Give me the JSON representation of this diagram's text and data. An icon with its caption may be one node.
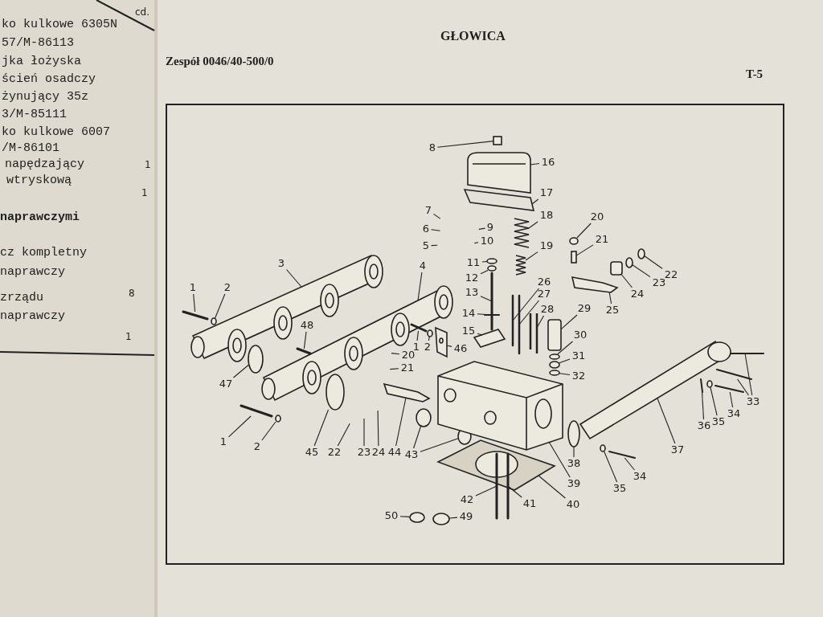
{
  "diagram": {
    "title": "GŁOWICA",
    "nodes": [
      {
        "text": [
          "8"
        ]
      },
      {
        "text": [
          "16"
        ]
      },
      {
        "text": [
          "17"
        ]
      },
      {
        "text": [
          "7"
        ]
      },
      {
        "text": [
          "20"
        ]
      },
      {
        "text": [
          "18"
        ]
      },
      {
        "text": [
          "9"
        ]
      },
      {
        "text": [
          "6"
        ]
      },
      {
        "text": [
          "21"
        ]
      },
      {
        "text": [
          "10"
        ]
      },
      {
        "text": [
          "5"
        ]
      },
      {
        "text": [
          "19"
        ]
      },
      {
        "text": [
          "11"
        ]
      },
      {
        "text": [
          "3"
        ]
      },
      {
        "text": [
          "4"
        ]
      },
      {
        "text": [
          "22"
        ]
      },
      {
        "text": [
          "12"
        ]
      },
      {
        "text": [
          "26"
        ]
      },
      {
        "text": [
          "23"
        ]
      },
      {
        "text": [
          "1"
        ]
      },
      {
        "text": [
          "2"
        ]
      },
      {
        "text": [
          "13"
        ]
      },
      {
        "text": [
          "27"
        ]
      },
      {
        "text": [
          "24"
        ]
      },
      {
        "text": [
          "28"
        ]
      },
      {
        "text": [
          "29"
        ]
      },
      {
        "text": [
          "25"
        ]
      },
      {
        "text": [
          "14"
        ]
      },
      {
        "text": [
          "48"
        ]
      },
      {
        "text": [
          "15"
        ]
      },
      {
        "text": [
          "30"
        ]
      },
      {
        "text": [
          "1"
        ]
      },
      {
        "text": [
          "2"
        ]
      },
      {
        "text": [
          "46"
        ]
      },
      {
        "text": [
          "20"
        ]
      },
      {
        "text": [
          "31"
        ]
      },
      {
        "text": [
          "21"
        ]
      },
      {
        "text": [
          "32"
        ]
      },
      {
        "text": [
          "47"
        ]
      },
      {
        "text": [
          "33"
        ]
      },
      {
        "text": [
          "34"
        ]
      },
      {
        "text": [
          "35"
        ]
      },
      {
        "text": [
          "36"
        ]
      },
      {
        "text": [
          "1"
        ]
      },
      {
        "text": [
          "2"
        ]
      },
      {
        "text": [
          "37"
        ]
      },
      {
        "text": [
          "45"
        ]
      },
      {
        "text": [
          "22"
        ]
      },
      {
        "text": [
          "23"
        ]
      },
      {
        "text": [
          "24"
        ]
      },
      {
        "text": [
          "44"
        ]
      },
      {
        "text": [
          "43"
        ]
      },
      {
        "text": [
          "38"
        ]
      },
      {
        "text": [
          "34"
        ]
      },
      {
        "text": [
          "39"
        ]
      },
      {
        "text": [
          "35"
        ]
      },
      {
        "text": [
          "42"
        ]
      },
      {
        "text": [
          "41"
        ]
      },
      {
        "text": [
          "40"
        ]
      },
      {
        "text": [
          "50"
        ]
      },
      {
        "text": [
          "49"
        ]
      },
      {
        "text": [],
        "shape": "box"
      },
      {
        "text": [],
        "shape": "circle"
      },
      {
        "text": [],
        "shape": "box"
      },
      {
        "text": [],
        "shape": "circle"
      },
      {
        "text": [],
        "shape": "circle"
      },
      {
        "text": [],
        "shape": "cylinder"
      },
      {
        "text": [],
        "shape": "circle"
      },
      {
        "text": [],
        "shape": "circle"
      },
      {
        "text": [],
        "shape": "picture"
      },
      {
        "text": [],
        "shape": "picture"
      },
      {
        "text": [],
        "shape": "picture"
      },
      {
        "text": [],
        "shape": "picture"
      },
      {
        "text": [],
        "shape": "circle"
      },
      {
        "text": [],
        "shape": "picture"
      },
      {
        "text": [],
        "shape": "picture"
      },
      {
        "text": [],
        "shape": "circle"
      },
      {
        "text": [],
        "shape": "bar"
      },
      {
        "text": [],
        "shape": "bar"
      },
      {
        "text": [],
        "shape": "circle"
      },
      {
        "text": [],
        "shape": "bar"
      },
      {
        "text": [],
        "shape": "bar"
      },
      {
        "text": [],
        "shape": "picture"
      },
      {
        "text": [],
        "shape": "cylinder"
      },
      {
        "text": [],
        "shape": "picture"
      },
      {
        "text": [],
        "shape": "bar"
      },
      {
        "text": [],
        "shape": "bar"
      },
      {
        "text": [],
        "shape": "picture"
      },
      {
        "text": [],
        "shape": "circle"
      },
      {
        "text": [],
        "shape": "bar"
      },
      {
        "text": [],
        "shape": "circle"
      },
      {
        "text": [],
        "shape": "picture"
      },
      {
        "text": [],
        "shape": "circle"
      },
      {
        "text": [],
        "shape": "circle"
      },
      {
        "text": [],
        "shape": "circle"
      },
      {
        "text": [],
        "shape": "bar"
      },
      {
        "text": [],
        "shape": "bar"
      },
      {
        "text": [],
        "shape": "bar"
      },
      {
        "text": [],
        "shape": "circle"
      },
      {
        "text": [],
        "shape": "bar"
      },
      {
        "text": [],
        "shape": "bar"
      },
      {
        "text": [],
        "shape": "circle"
      },
      {
        "text": [],
        "shape": "picture"
      },
      {
        "text": [],
        "shape": "circle"
      },
      {
        "text": [],
        "shape": "picture"
      },
      {
        "text": [],
        "shape": "circle"
      },
      {
        "text": [],
        "shape": "bar"
      },
      {
        "text": [],
        "shape": "picture"
      },
      {
        "text": [],
        "shape": "circle"
      },
      {
        "text": [],
        "shape": "bar"
      },
      {
        "text": [],
        "shape": "bar"
      },
      {
        "text": [],
        "shape": "picture"
      },
      {
        "text": [],
        "shape": "circle"
      },
      {
        "text": [],
        "shape": "circle"
      }
    ],
    "edges": [
      {
        "from": 0,
        "to": 61,
        "arrow": "none"
      },
      {
        "from": 1,
        "to": 69,
        "arrow": "none"
      },
      {
        "from": 2,
        "to": 70,
        "arrow": "none"
      },
      {
        "from": 3,
        "to": null,
        "arrow": "none"
      },
      {
        "from": 4,
        "to": 62,
        "arrow": "none"
      },
      {
        "from": 5,
        "to": 71,
        "arrow": "none"
      },
      {
        "from": 6,
        "to": null,
        "arrow": "none"
      },
      {
        "from": 7,
        "to": null,
        "arrow": "none"
      },
      {
        "from": 8,
        "to": 63,
        "arrow": "none"
      },
      {
        "from": 9,
        "to": null,
        "arrow": "none"
      },
      {
        "from": 10,
        "to": null,
        "arrow": "none"
      },
      {
        "from": 11,
        "to": 72,
        "arrow": "none"
      },
      {
        "from": 12,
        "to": 73,
        "arrow": "none"
      },
      {
        "from": 13,
        "to": 74,
        "arrow": "none"
      },
      {
        "from": 14,
        "to": 75,
        "arrow": "none"
      },
      {
        "from": 15,
        "to": 64,
        "arrow": "none"
      },
      {
        "from": 16,
        "to": 76,
        "arrow": "none"
      },
      {
        "from": 17,
        "to": 77,
        "arrow": "none"
      },
      {
        "from": 18,
        "to": 65,
        "arrow": "none"
      },
      {
        "from": 19,
        "to": 78,
        "arrow": "none"
      },
      {
        "from": 20,
        "to": 79,
        "arrow": "none"
      },
      {
        "from": 21,
        "to": 80,
        "arrow": "none"
      },
      {
        "from": 22,
        "to": 81,
        "arrow": "none"
      },
      {
        "from": 23,
        "to": 66,
        "arrow": "none"
      },
      {
        "from": 24,
        "to": 82,
        "arrow": "none"
      },
      {
        "from": 25,
        "to": 83,
        "arrow": "none"
      },
      {
        "from": 26,
        "to": 84,
        "arrow": "none"
      },
      {
        "from": 27,
        "to": 85,
        "arrow": "none"
      },
      {
        "from": 28,
        "to": 86,
        "arrow": "none"
      },
      {
        "from": 29,
        "to": 87,
        "arrow": "none"
      },
      {
        "from": 30,
        "to": 88,
        "arrow": "none"
      },
      {
        "from": 31,
        "to": 89,
        "arrow": "none"
      },
      {
        "from": 32,
        "to": 90,
        "arrow": "none"
      },
      {
        "from": 33,
        "to": 91,
        "arrow": "none"
      },
      {
        "from": 34,
        "to": null,
        "arrow": "none"
      },
      {
        "from": 35,
        "to": 92,
        "arrow": "none"
      },
      {
        "from": 36,
        "to": null,
        "arrow": "none"
      },
      {
        "from": 37,
        "to": 93,
        "arrow": "none"
      },
      {
        "from": 38,
        "to": 94,
        "arrow": "none"
      },
      {
        "from": 39,
        "to": 95,
        "arrow": "none"
      },
      {
        "from": 39,
        "to": 96,
        "arrow": "none"
      },
      {
        "from": 40,
        "to": 97,
        "arrow": "none"
      },
      {
        "from": 41,
        "to": 98,
        "arrow": "none"
      },
      {
        "from": 42,
        "to": 99,
        "arrow": "none"
      },
      {
        "from": 43,
        "to": 100,
        "arrow": "none"
      },
      {
        "from": 44,
        "to": 101,
        "arrow": "none"
      },
      {
        "from": 45,
        "to": 102,
        "arrow": "none"
      },
      {
        "from": 46,
        "to": 103,
        "arrow": "none"
      },
      {
        "from": 47,
        "to": null,
        "arrow": "none"
      },
      {
        "from": 48,
        "to": null,
        "arrow": "none"
      },
      {
        "from": 49,
        "to": null,
        "arrow": "none"
      },
      {
        "from": 50,
        "to": 104,
        "arrow": "none"
      },
      {
        "from": 51,
        "to": 67,
        "arrow": "none"
      },
      {
        "from": 51,
        "to": 68,
        "arrow": "none"
      },
      {
        "from": 52,
        "to": 105,
        "arrow": "none"
      },
      {
        "from": 53,
        "to": 106,
        "arrow": "none"
      },
      {
        "from": 54,
        "to": 107,
        "arrow": "none"
      },
      {
        "from": 55,
        "to": 108,
        "arrow": "none"
      },
      {
        "from": 56,
        "to": 109,
        "arrow": "none"
      },
      {
        "from": 57,
        "to": 110,
        "arrow": "none"
      },
      {
        "from": 58,
        "to": 111,
        "arrow": "none"
      },
      {
        "from": 59,
        "to": 112,
        "arrow": "none"
      },
      {
        "from": 60,
        "to": 113,
        "arrow": "none"
      }
    ],
    "labels": [
      "cd.",
      "ko kulkowe 6305N",
      "57/M-86113",
      "jka łożyska",
      "ścień osadczy",
      "żynujący 35z",
      "3/M-85111",
      "ko kulkowe 6007",
      "/M-86101",
      "napędzający",
      "1",
      "wtryskową",
      "1",
      "naprawczymi",
      "cz kompletny",
      "naprawczy",
      "zrządu",
      "8",
      "naprawczy",
      "1",
      "Zespół 0046/40-500/0",
      "T-5"
    ]
  }
}
